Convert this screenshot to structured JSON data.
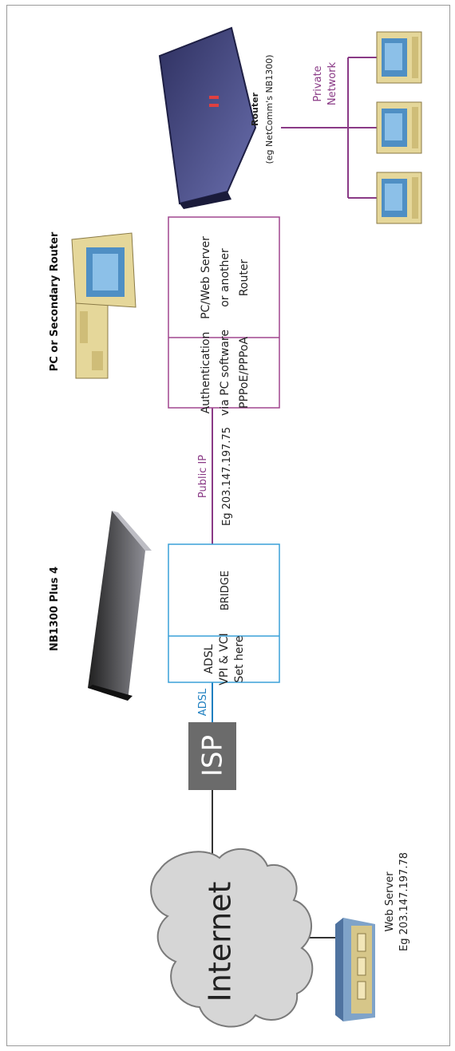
{
  "nodes": {
    "internet": "Internet",
    "isp": "ISP",
    "web_server": {
      "line1": "Web Server",
      "line2": "Eg 203.147.197.78"
    },
    "device": "NB1300 Plus 4",
    "bridge_box": {
      "adsl_line1": "ADSL",
      "adsl_line2": "VPI & VCI",
      "adsl_line3": "Set here",
      "bridge": "BRIDGE"
    },
    "pc_caption": "PC or Secondary Router",
    "auth_box": {
      "auth_line1": "Authentication",
      "auth_line2": "via PC software",
      "auth_line3": "PPPoE/PPPoA",
      "pc_line1": "PC/Web Server",
      "pc_line2": "or another",
      "pc_line3": "Router"
    },
    "router": {
      "line1": "Router",
      "line2": "(eg NetComm's NB1300)"
    },
    "private_network": {
      "line1": "Private",
      "line2": "Network"
    }
  },
  "links": {
    "adsl": "ADSL",
    "public_ip_line1": "Public IP",
    "public_ip_line2": "Eg 203.147.197.75"
  },
  "colors": {
    "adsl_link": "#1e7fc0",
    "bridge_border": "#3aa0d8",
    "auth_border": "#a0468f",
    "public_link": "#8a3a86",
    "isp_fill": "#6b6b6b",
    "cloud_fill": "#d6d6d6"
  },
  "icons": [
    "cloud-icon",
    "server-icon",
    "modem-icon",
    "pc-icon",
    "router-icon",
    "computer-icon"
  ]
}
